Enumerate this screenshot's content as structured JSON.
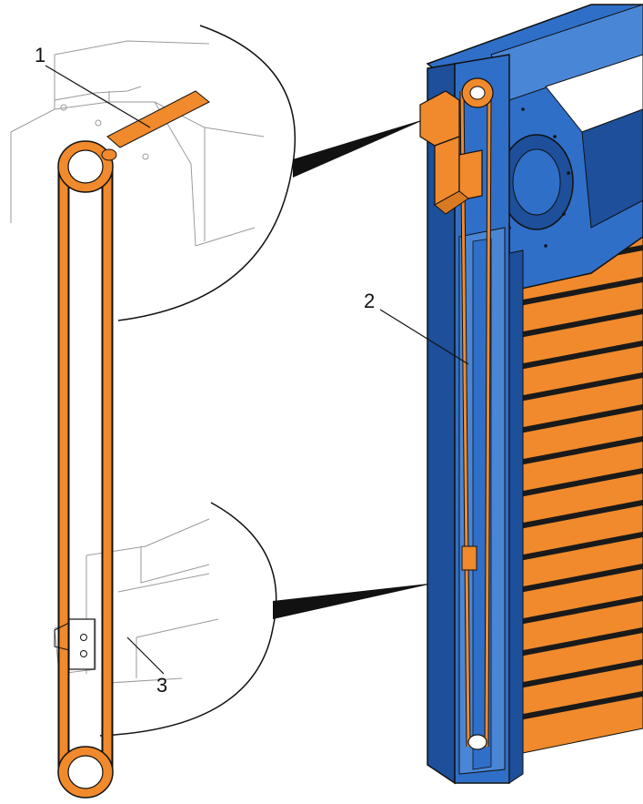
{
  "callouts": [
    {
      "id": "1",
      "label": "1"
    },
    {
      "id": "2",
      "label": "2"
    },
    {
      "id": "3",
      "label": "3"
    }
  ],
  "colors": {
    "frame_blue": "#2f6fc8",
    "frame_blue_dark": "#1d4f9a",
    "frame_blue_light": "#4a86d6",
    "belt_orange": "#f08a2c",
    "slat_orange": "#f08a2c",
    "slat_dark": "#1a1a1a",
    "outline": "#111111",
    "detail_line": "#9a9a9a"
  }
}
